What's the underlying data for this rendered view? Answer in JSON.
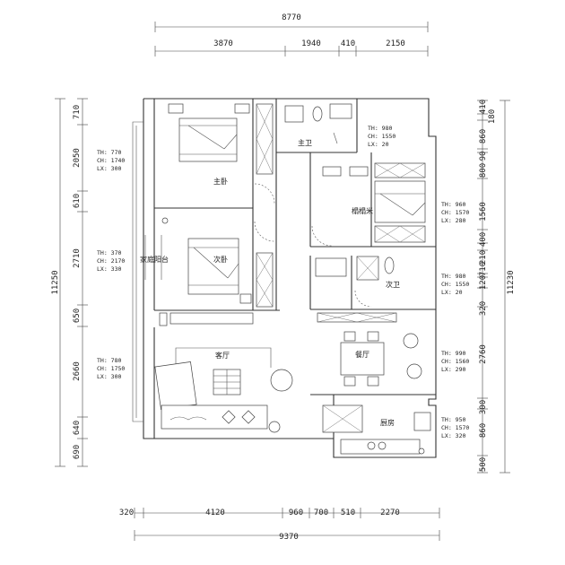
{
  "dimensions": {
    "top_total": "8770",
    "top_segments": [
      "3870",
      "1940",
      "410",
      "2150"
    ],
    "bottom_total": "9370",
    "bottom_segments": [
      "320",
      "4120",
      "960",
      "700",
      "510",
      "2270"
    ],
    "left_total": "11250",
    "left_segments": [
      "710",
      "2050",
      "610",
      "2710",
      "650",
      "2660",
      "640",
      "690"
    ],
    "right_total": "11230",
    "right_segments": [
      "410",
      "180",
      "860",
      "90",
      "800",
      "1560",
      "400",
      "210",
      "710",
      "120",
      "320",
      "2760",
      "300",
      "860",
      "500"
    ]
  },
  "rooms": {
    "master_bedroom": "主卧",
    "master_bath": "主卫",
    "tatami": "榻榻米",
    "family_balcony": "家庭阳台",
    "second_bedroom": "次卧",
    "second_bath": "次卫",
    "living_room": "客厅",
    "dining": "餐厅",
    "kitchen": "厨房"
  },
  "ceiling_notes": {
    "master_bath": [
      "TH: 980",
      "CH: 1550",
      "LX: 20"
    ],
    "master_bedroom": [
      "TH: 770",
      "CH: 1740",
      "LX: 300"
    ],
    "tatami": [
      "TH: 960",
      "CH: 1570",
      "LX: 280"
    ],
    "balcony": [
      "TH: 370",
      "CH: 2170",
      "LX: 330"
    ],
    "second_bath": [
      "TH: 980",
      "CH: 1550",
      "LX: 20"
    ],
    "living_room": [
      "TH: 780",
      "CH: 1750",
      "LX: 300"
    ],
    "dining": [
      "TH: 990",
      "CH: 1560",
      "LX: 290"
    ],
    "kitchen": [
      "TH: 950",
      "CH: 1570",
      "LX: 320"
    ]
  }
}
